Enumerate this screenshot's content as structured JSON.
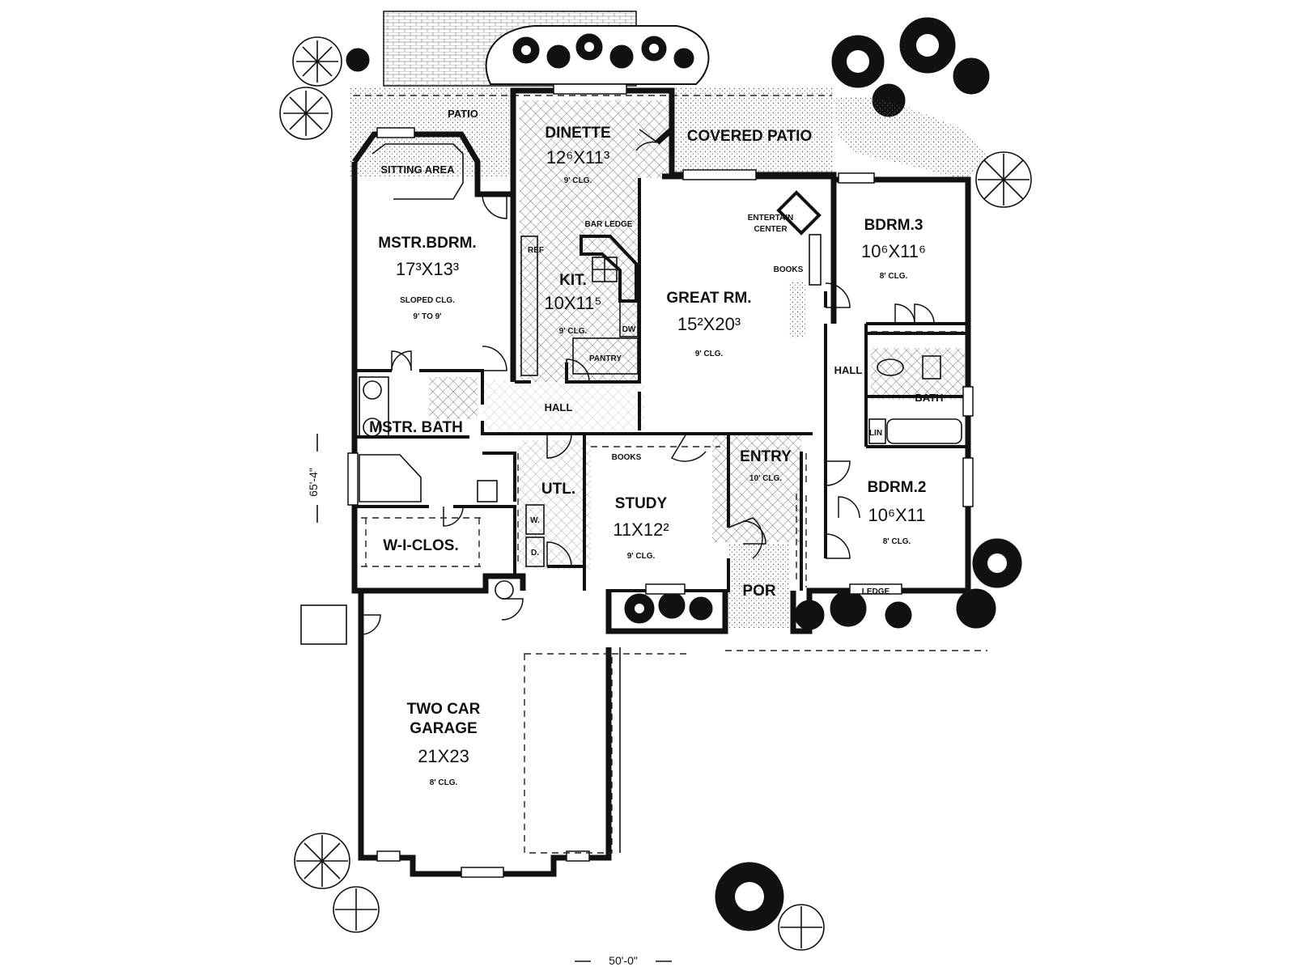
{
  "rooms": {
    "patio": {
      "name": "PATIO"
    },
    "dinette": {
      "name": "DINETTE",
      "size": "12⁶X11³",
      "ceiling": "9' CLG."
    },
    "covered_patio": {
      "name": "COVERED PATIO"
    },
    "sitting_area": {
      "name": "SITTING AREA"
    },
    "master_bedroom": {
      "name": "MSTR.BDRM.",
      "size": "17³X13³",
      "ceiling": "SLOPED CLG.",
      "ceiling_detail": "9' TO 9'"
    },
    "kitchen": {
      "name": "KIT.",
      "size": "10X11⁵",
      "ceiling": "9' CLG."
    },
    "great_room": {
      "name": "GREAT RM.",
      "size": "15²X20³",
      "ceiling": "9' CLG."
    },
    "bedroom3": {
      "name": "BDRM.3",
      "size": "10⁶X11⁶",
      "ceiling": "8' CLG."
    },
    "master_bath": {
      "name": "MSTR. BATH"
    },
    "hall_main": {
      "name": "HALL"
    },
    "hall_side": {
      "name": "HALL"
    },
    "bath": {
      "name": "BATH"
    },
    "utility": {
      "name": "UTL."
    },
    "study": {
      "name": "STUDY",
      "size": "11X12²",
      "ceiling": "9' CLG."
    },
    "entry": {
      "name": "ENTRY",
      "ceiling": "10' CLG."
    },
    "bedroom2": {
      "name": "BDRM.2",
      "size": "10⁶X11",
      "ceiling": "8' CLG."
    },
    "walk_in_closet": {
      "name": "W-I-CLOS."
    },
    "porch": {
      "name": "POR"
    },
    "garage": {
      "name": "TWO CAR GARAGE",
      "name_line1": "TWO CAR",
      "name_line2": "GARAGE",
      "size": "21X23",
      "ceiling": "8' CLG."
    }
  },
  "fixtures": {
    "bar_ledge": "BAR LEDGE",
    "refrigerator": "REF",
    "dishwasher": "DW",
    "pantry": "PANTRY",
    "entertain_center_line1": "ENTERTAIN",
    "entertain_center_line2": "CENTER",
    "books_great_room": "BOOKS",
    "books_study": "BOOKS",
    "linen": "LIN",
    "washer": "W.",
    "dryer": "D.",
    "ledge": "LEDGE"
  },
  "dimensions": {
    "depth": "65'-4\"",
    "width": "50'-0\""
  }
}
